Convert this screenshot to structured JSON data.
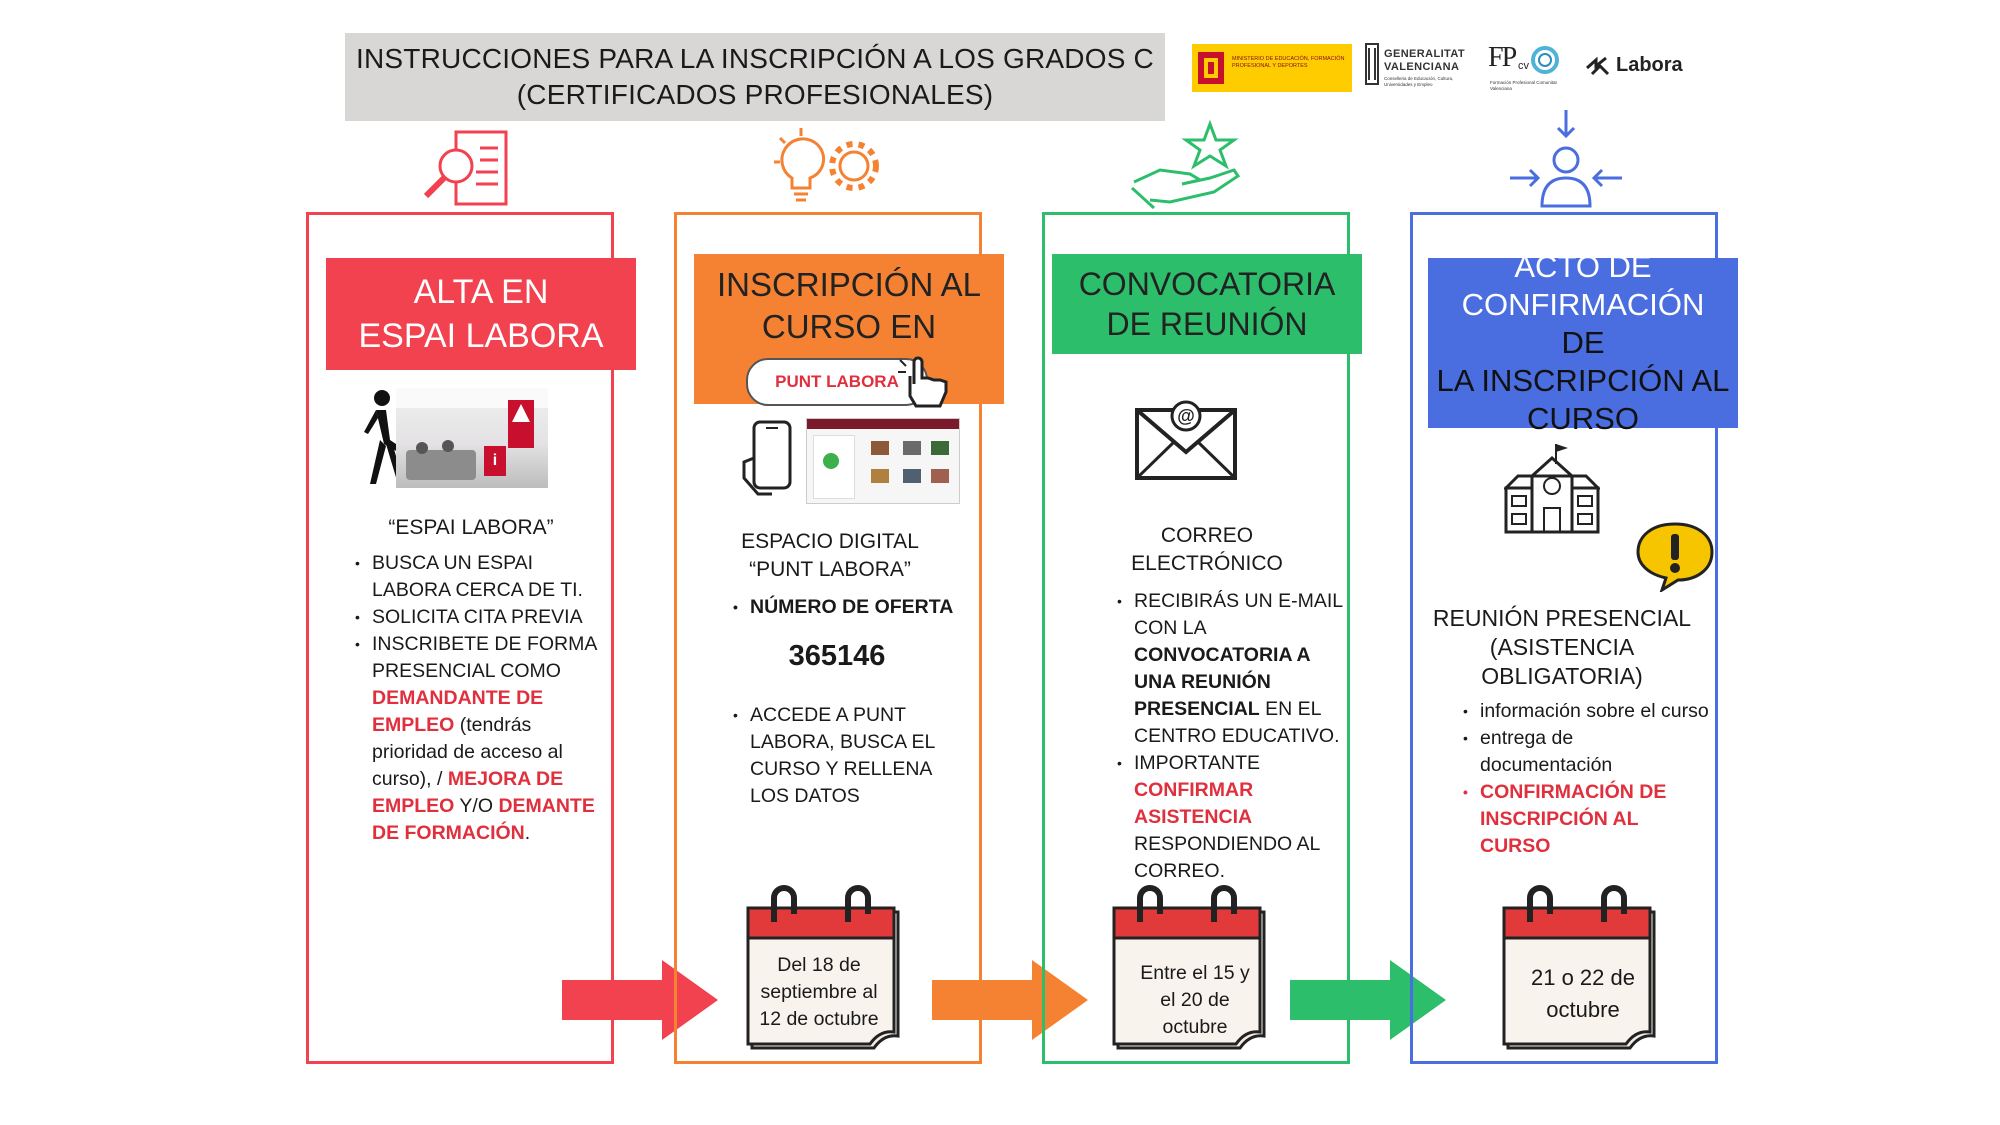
{
  "title": {
    "line1": "INSTRUCCIONES PARA LA INSCRIPCIÓN A LOS GRADOS C",
    "line2": "(CERTIFICADOS PROFESIONALES)"
  },
  "logos": {
    "ministerio": "MINISTERIO DE EDUCACIÓN, FORMACIÓN PROFESIONAL Y DEPORTES",
    "generalitat_1": "GENERALITAT",
    "generalitat_2": "VALENCIANA",
    "generalitat_sub": "Conselleria de Educación, Cultura, Universidades y Empleo",
    "fpcv": "FP",
    "fpcv_sub": "cv",
    "fpcv_caption": "Formación Profesional Comunitat Valenciana",
    "labora": "Labora"
  },
  "colors": {
    "red": "#f2414f",
    "orange": "#f58233",
    "green": "#2dbe6c",
    "blue": "#4a6ee0",
    "title_bg": "#d9d6d6",
    "emphasis": "#e02f3d"
  },
  "step1": {
    "header_1": "ALTA EN",
    "header_2": "ESPAI LABORA",
    "icon": "search-document-icon",
    "subtitle": "“ESPAI LABORA”",
    "b1": "BUSCA UN ESPAI LABORA CERCA DE TI.",
    "b2": "SOLICITA CITA PREVIA",
    "b3_a": "INSCRIBETE DE FORMA PRESENCIAL COMO",
    "b3_red1": "DEMANDANTE DE EMPLEO",
    "b3_b": "(tendrás prioridad de acceso al curso), /",
    "b3_red2": "MEJORA DE EMPLEO",
    "b3_c": "Y/O",
    "b3_red3": "DEMANTE DE   FORMACIÓN",
    "b3_d": "."
  },
  "step2": {
    "header_1": "INSCRIPCIÓN AL",
    "header_2": "CURSO EN",
    "pill": "PUNT LABORA",
    "icon": "lightbulb-gear-icon",
    "title_1": "ESPACIO DIGITAL",
    "title_2": "“PUNT LABORA”",
    "offer_label": "NÚMERO DE OFERTA",
    "offer_number": "365146",
    "b2": "ACCEDE A PUNT LABORA, BUSCA EL CURSO Y  RELLENA LOS DATOS",
    "date_1": "Del 18 de",
    "date_2": "septiembre al",
    "date_3": "12 de octubre"
  },
  "step3": {
    "header_1": "CONVOCATORIA",
    "header_2": "DE REUNIÓN",
    "icon": "hand-star-icon",
    "title_1": "CORREO",
    "title_2": "ELECTRÓNICO",
    "b1_a": "RECIBIRÁS UN E-MAIL CON LA",
    "b1_bold": "CONVOCATORIA A UNA REUNIÓN PRESENCIAL",
    "b1_b": "EN EL CENTRO EDUCATIVO.",
    "b2_a": "IMPORTANTE",
    "b2_red": "CONFIRMAR ASISTENCIA",
    "b2_b": "RESPONDIENDO AL CORREO.",
    "date_1": "Entre el 15 y",
    "date_2": "el 20 de",
    "date_3": "octubre"
  },
  "step4": {
    "header_1": "ACTO DE",
    "header_2a": "CONFIRMACIÓN",
    "header_2b": "DE",
    "header_3": "LA INSCRIPCIÓN AL",
    "header_4": "CURSO",
    "icon": "person-arrows-icon",
    "title_1": "REUNIÓN PRESENCIAL",
    "title_2": "(ASISTENCIA",
    "title_3": "OBLIGATORIA)",
    "b1": "información sobre el curso",
    "b2": "entrega de documentación",
    "b3_red": "CONFIRMACIÓN DE INSCRIPCIÓN AL CURSO",
    "date_1": "21 o 22 de",
    "date_2": "octubre"
  }
}
